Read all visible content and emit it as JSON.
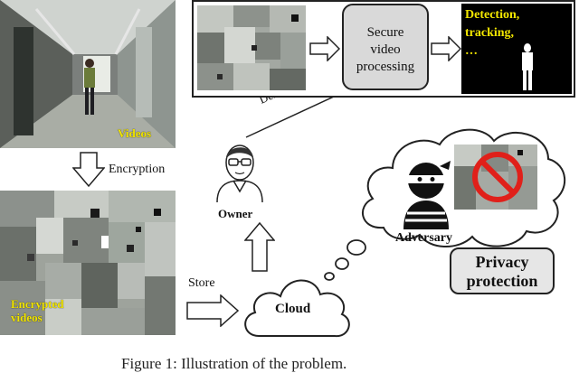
{
  "labels": {
    "videos": "Videos",
    "encryption": "Encryption",
    "encrypted_line1": "Encrypted",
    "encrypted_line2": "videos",
    "store": "Store",
    "cloud": "Cloud",
    "owner": "Owner",
    "demand": "Demand",
    "adversary": "Adversary",
    "privacy_line1": "Privacy",
    "privacy_line2": "protection",
    "secure_line1": "Secure",
    "secure_line2": "video",
    "secure_line3": "processing",
    "result_line1": "Detection,",
    "result_line2": "tracking,",
    "result_line3": "…",
    "caption": "Figure 1: Illustration of the problem."
  },
  "colors": {
    "result_text": "#f2e600",
    "process_box_fill": "#d9d9d9",
    "privacy_box_fill": "#e6e6e6",
    "ban_sign": "#e0201a"
  },
  "icons": {
    "owner": "person-with-glasses-icon",
    "adversary": "masked-thief-icon",
    "cloud": "cloud-icon",
    "ban": "prohibited-sign-icon"
  }
}
